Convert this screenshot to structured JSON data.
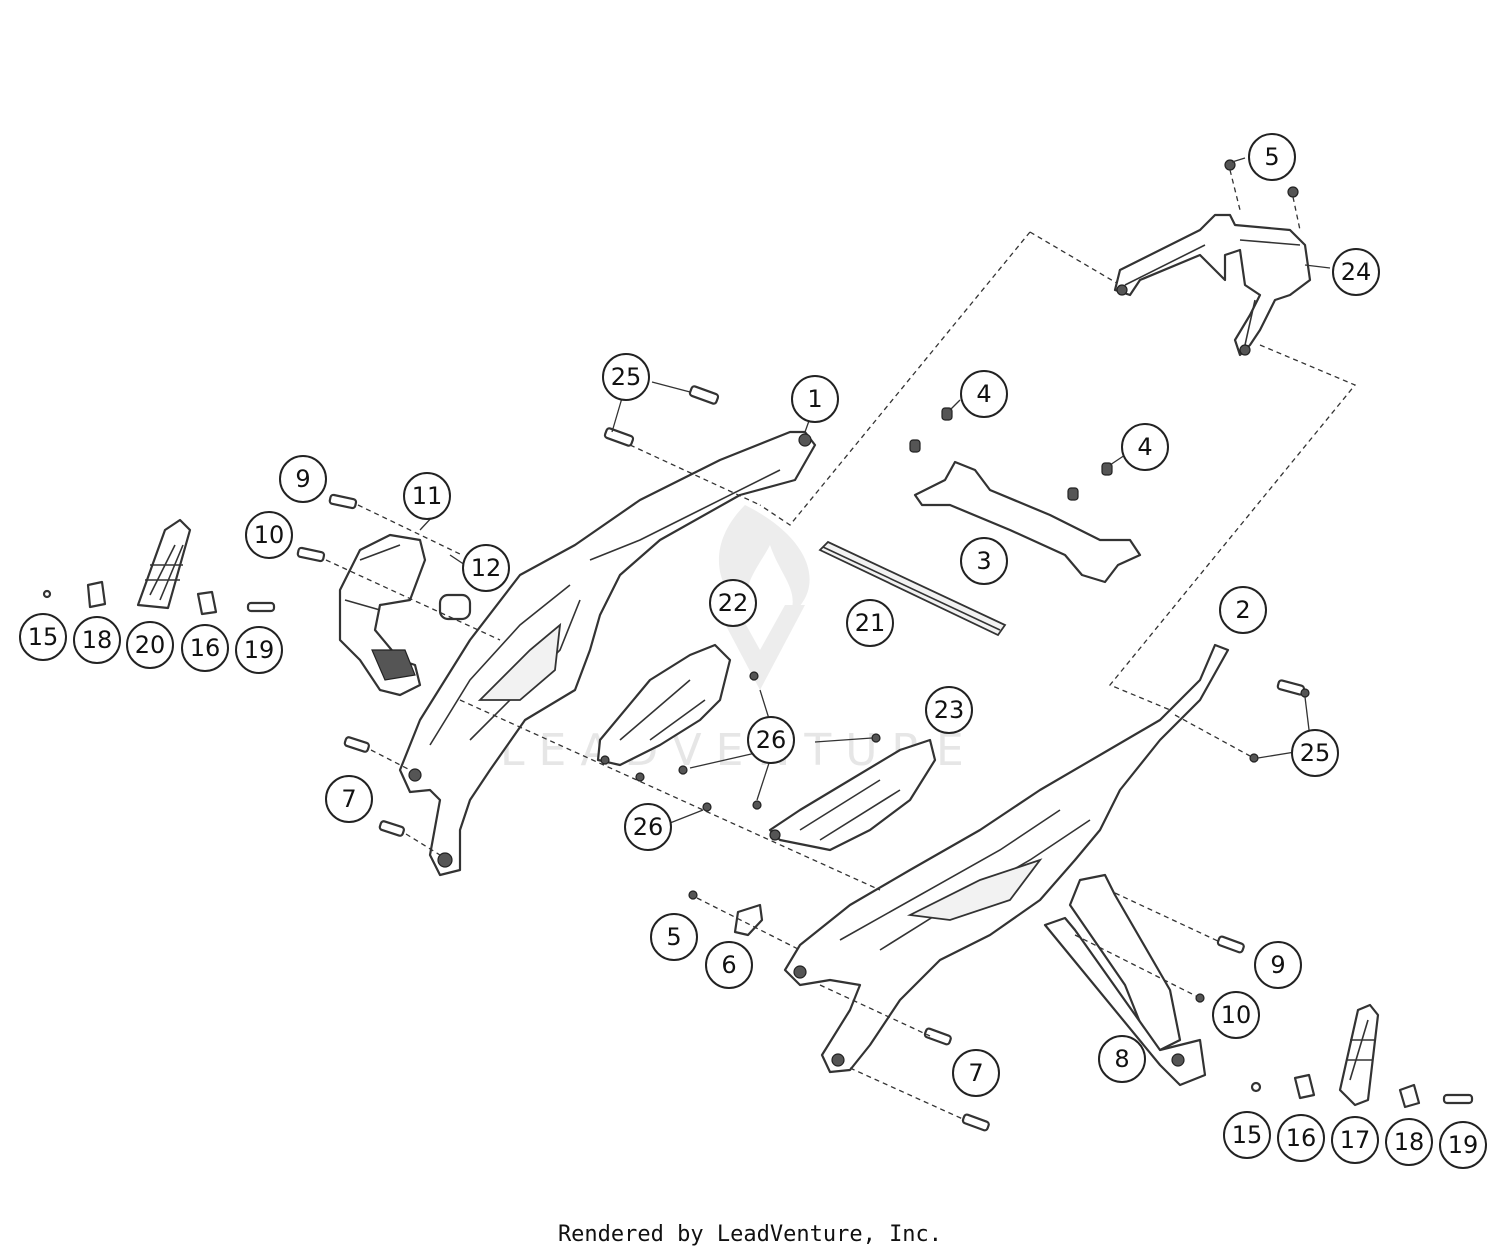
{
  "watermark": "LEADVENTURE",
  "footer": "Rendered by LeadVenture, Inc.",
  "callouts": [
    {
      "n": "5"
    },
    {
      "n": "24"
    },
    {
      "n": "1"
    },
    {
      "n": "25"
    },
    {
      "n": "4"
    },
    {
      "n": "4"
    },
    {
      "n": "9"
    },
    {
      "n": "11"
    },
    {
      "n": "10"
    },
    {
      "n": "12"
    },
    {
      "n": "3"
    },
    {
      "n": "21"
    },
    {
      "n": "22"
    },
    {
      "n": "2"
    },
    {
      "n": "15"
    },
    {
      "n": "18"
    },
    {
      "n": "20"
    },
    {
      "n": "16"
    },
    {
      "n": "19"
    },
    {
      "n": "23"
    },
    {
      "n": "26"
    },
    {
      "n": "25"
    },
    {
      "n": "7"
    },
    {
      "n": "26"
    },
    {
      "n": "5"
    },
    {
      "n": "6"
    },
    {
      "n": "9"
    },
    {
      "n": "10"
    },
    {
      "n": "8"
    },
    {
      "n": "7"
    },
    {
      "n": "15"
    },
    {
      "n": "16"
    },
    {
      "n": "17"
    },
    {
      "n": "18"
    },
    {
      "n": "19"
    }
  ]
}
